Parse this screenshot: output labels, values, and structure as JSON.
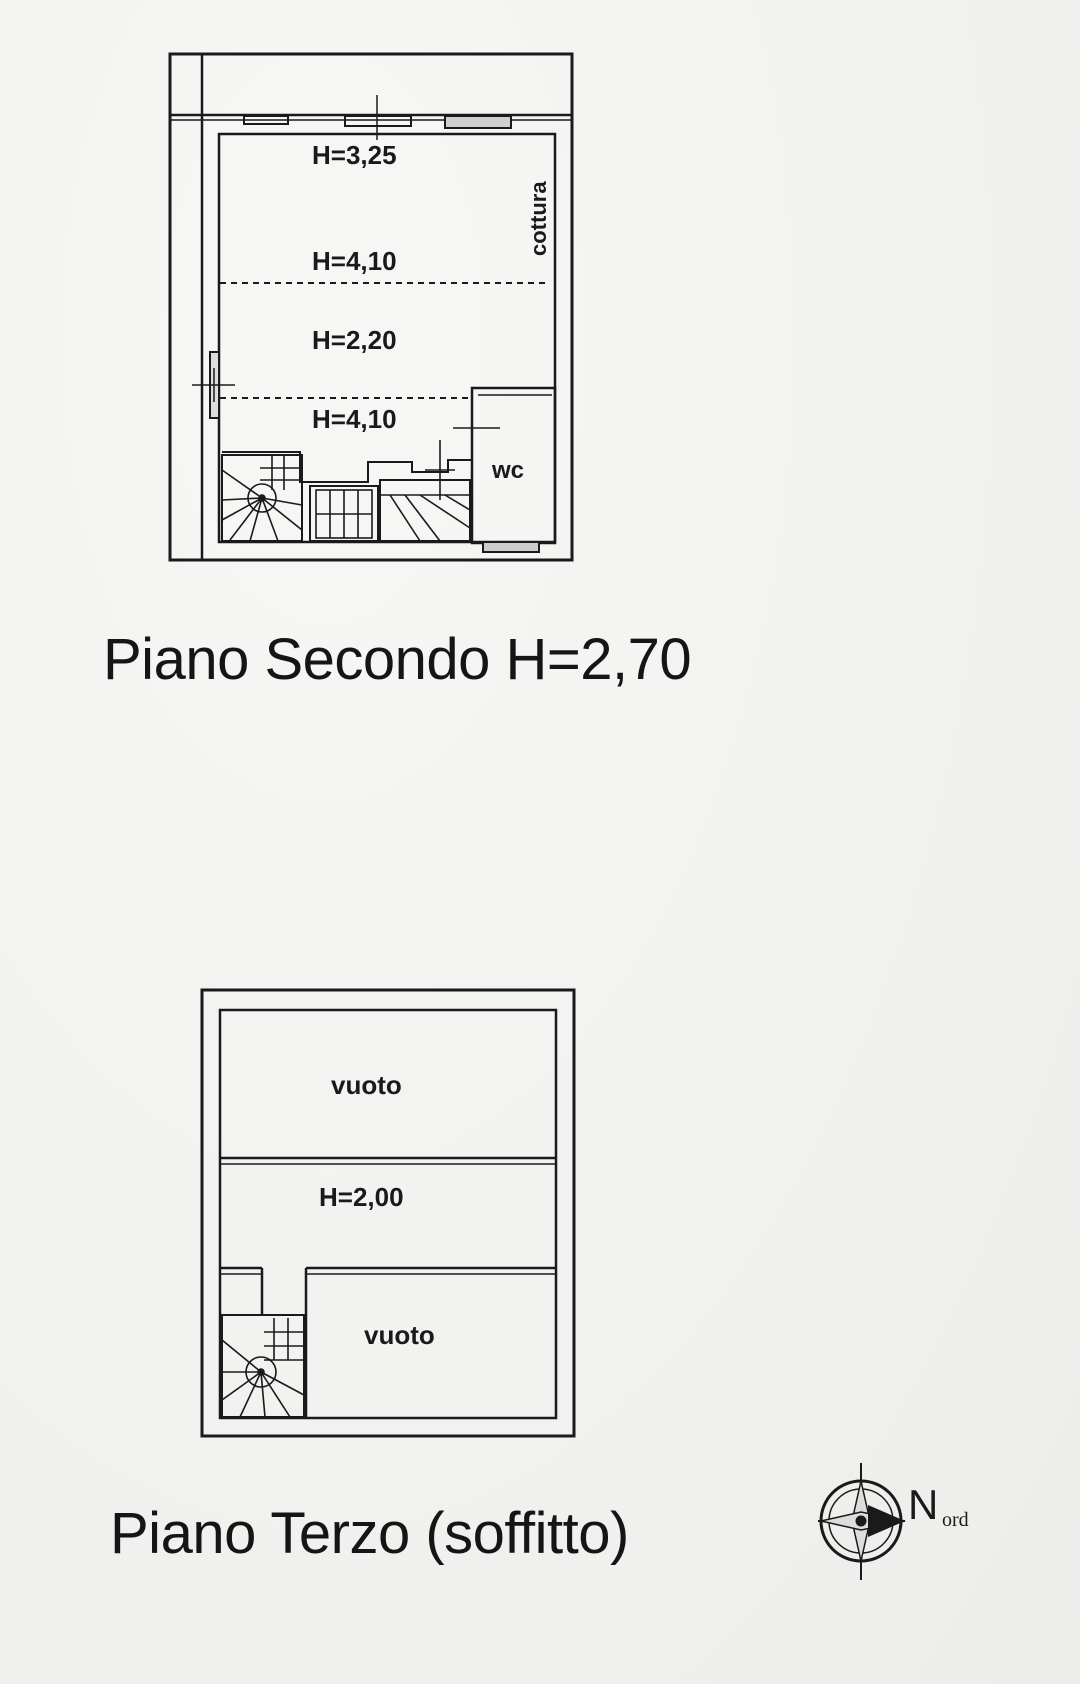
{
  "plans": {
    "second_floor": {
      "caption": "Piano Secondo H=2,70",
      "labels": {
        "h1": "H=3,25",
        "h2": "H=4,10",
        "h3": "H=2,20",
        "h4": "H=4,10",
        "kitchen": "cottura",
        "wc": "wc"
      }
    },
    "third_floor": {
      "caption": "Piano Terzo (soffitto)",
      "labels": {
        "void_top": "vuoto",
        "height": "H=2,00",
        "void_bottom": "vuoto"
      }
    }
  },
  "compass": {
    "letter": "N",
    "suffix": "ord",
    "icon": "compass-rose-icon"
  },
  "colors": {
    "ink": "#1a1a1a",
    "paper": "#f4f4f2"
  }
}
